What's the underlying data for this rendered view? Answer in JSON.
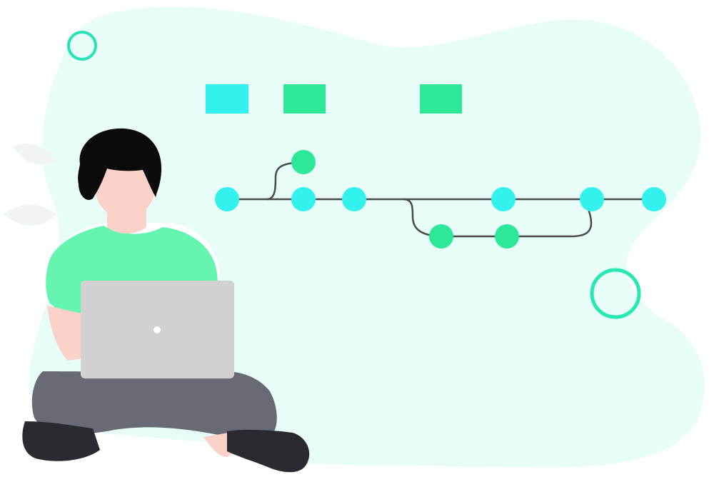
{
  "colors": {
    "background": "#ffffff",
    "blob": "#e9fdf8",
    "cyan": "#33f1ec",
    "green": "#2ee89a",
    "line": "#4a4a4a",
    "ring_small": "#29e3b7",
    "ring_large": "#27e8b3",
    "shirt": "#66f5b1",
    "skin": "#fbd2c9",
    "hair": "#0b0b0b",
    "laptop": "#d1d1d1",
    "laptop_dot": "#ffffff",
    "pants": "#686b73",
    "shoes": "#2b2a30",
    "leaf": "#f1f4f4"
  },
  "icons": {
    "leaf_decoration": "leaf-icon",
    "ring_small": "ring-icon",
    "ring_large": "ring-icon"
  },
  "illustration": {
    "subject": "person-sitting-with-laptop",
    "graph": {
      "branch_labels_count": 3,
      "commit_nodes": 10
    }
  }
}
